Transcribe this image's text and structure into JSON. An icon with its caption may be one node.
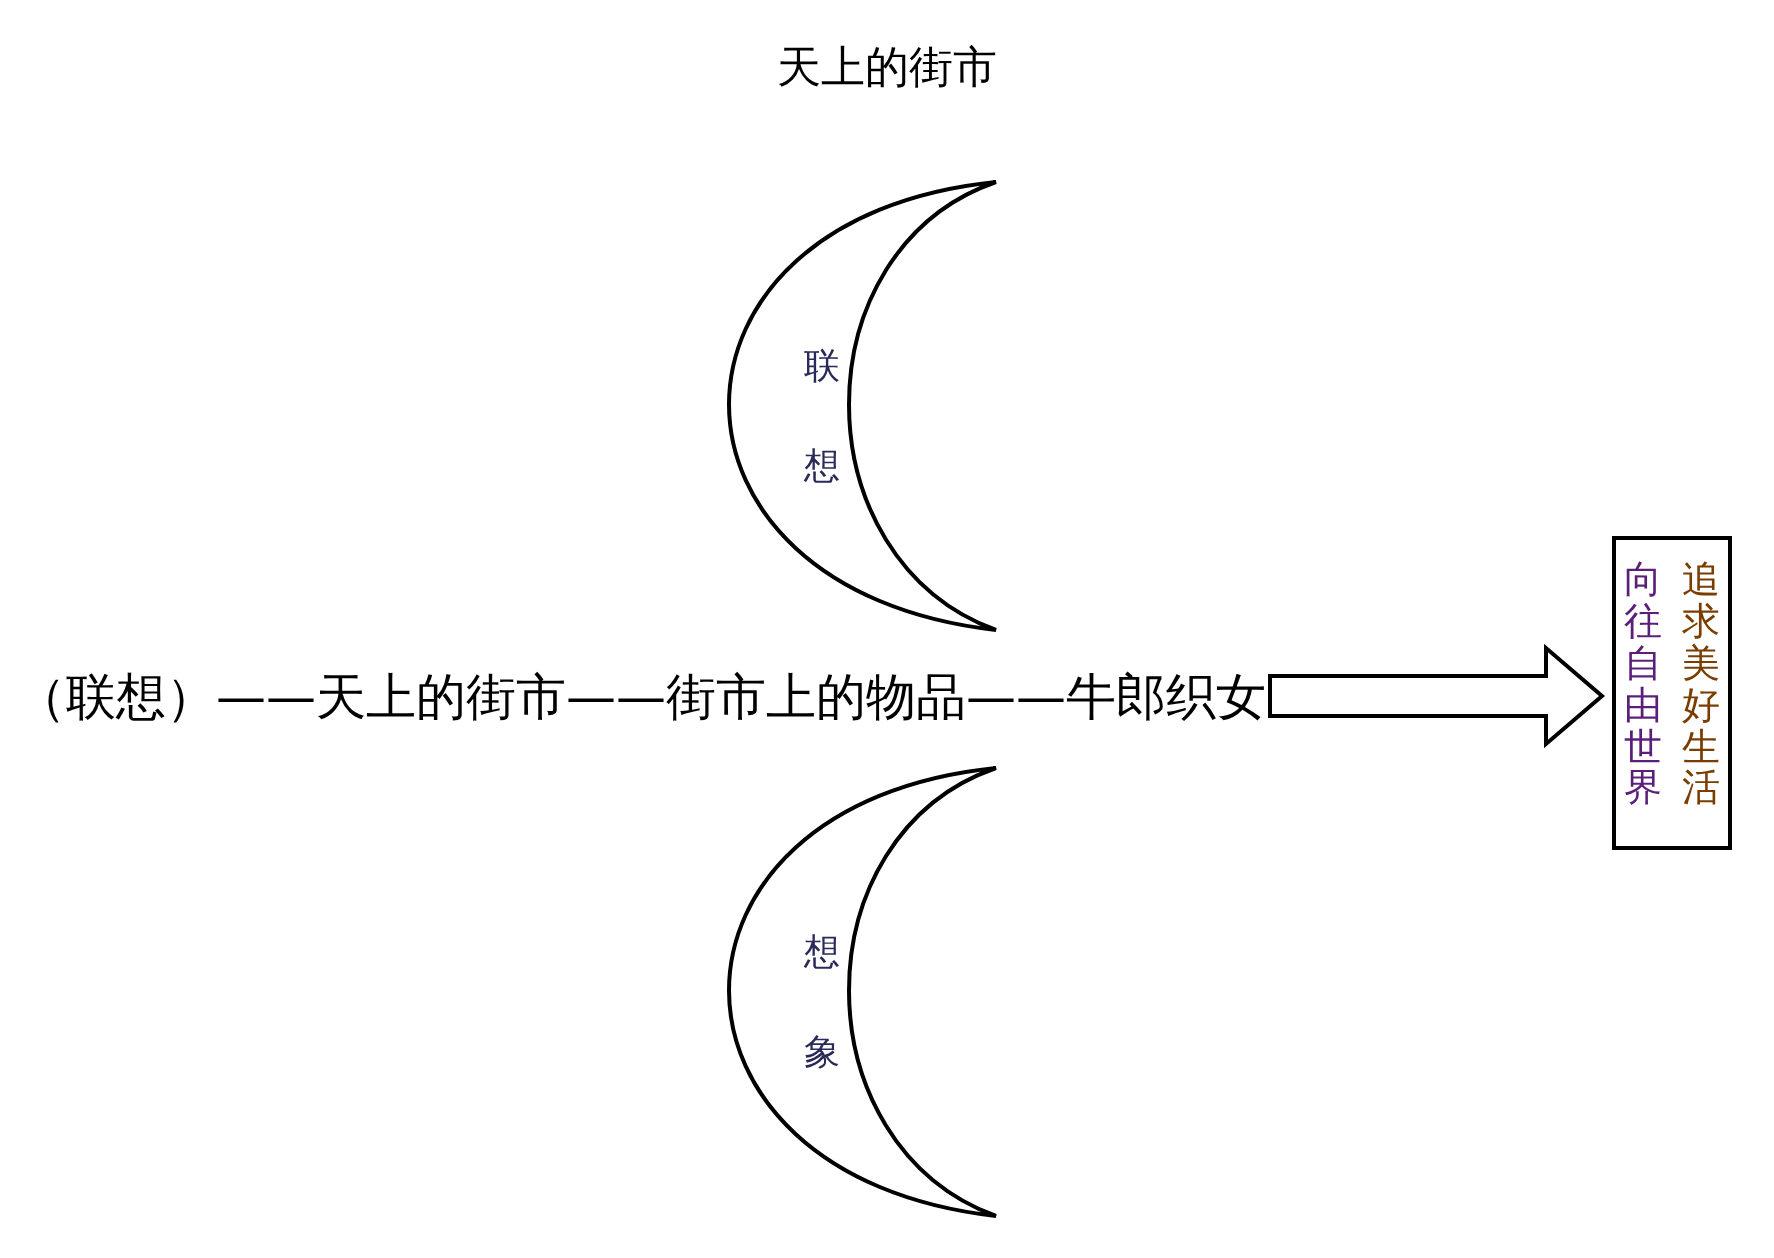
{
  "diagram": {
    "title": "天上的街市",
    "nodes": [
      {
        "text": [
          "联想"
        ]
      },
      {
        "text": [
          "（联想）——天上的街市——街市上的物品——牛郎织女"
        ]
      },
      {
        "text": [
          "想象"
        ]
      },
      {
        "text": [
          "向往自由世界",
          "追求美好生活"
        ]
      }
    ],
    "edges": [
      {
        "from": 1,
        "to": 3,
        "arrow": "to",
        "style": "thick"
      }
    ]
  }
}
